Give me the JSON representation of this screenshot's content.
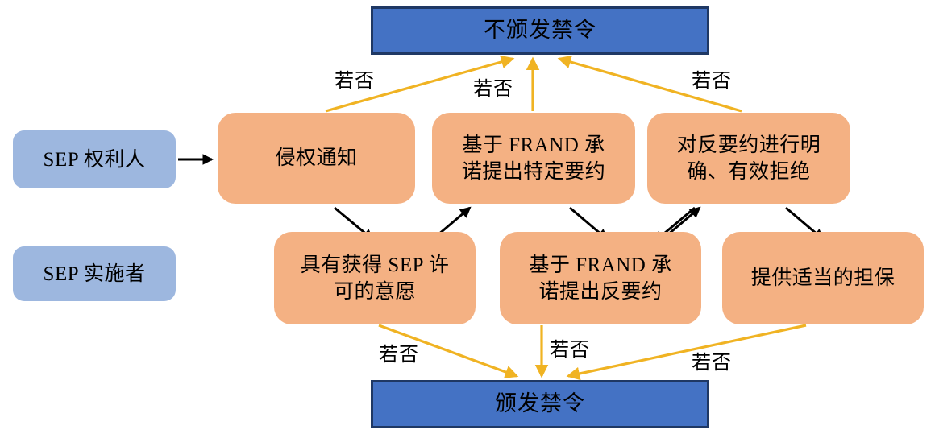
{
  "diagram": {
    "title_top": "不颁发禁令",
    "title_bottom": "颁发禁令",
    "colors": {
      "decision_fill": "#4472C4",
      "decision_border": "#1F3864",
      "actor_fill": "#9DB7DF",
      "step_fill": "#F4B183",
      "yellow_arrow": "#F0B323",
      "black_arrow": "#000000"
    },
    "decisions": [
      {
        "id": "no-injunction",
        "label": "不颁发禁令"
      },
      {
        "id": "grant-injunction",
        "label": "颁发禁令"
      }
    ],
    "actors": [
      {
        "id": "sep-holder",
        "label": "SEP 权利人"
      },
      {
        "id": "sep-implementer",
        "label": "SEP 实施者"
      }
    ],
    "holder_steps": [
      {
        "id": "infringement-notice",
        "label": "侵权通知"
      },
      {
        "id": "frand-specific-offer",
        "label": "基于 FRAND 承\n诺提出特定要约"
      },
      {
        "id": "reject-counteroffer",
        "label": "对反要约进行明\n确、有效拒绝"
      }
    ],
    "implementer_steps": [
      {
        "id": "willingness-license",
        "label": "具有获得 SEP 许\n可的意愿"
      },
      {
        "id": "frand-counteroffer",
        "label": "基于 FRAND 承\n诺提出反要约"
      },
      {
        "id": "provide-security",
        "label": "提供适当的担保"
      }
    ],
    "edge_labels": {
      "top_left": "若否",
      "top_center": "若否",
      "top_right": "若否",
      "bottom_left": "若否",
      "bottom_center": "若否",
      "bottom_right": "若否"
    }
  }
}
